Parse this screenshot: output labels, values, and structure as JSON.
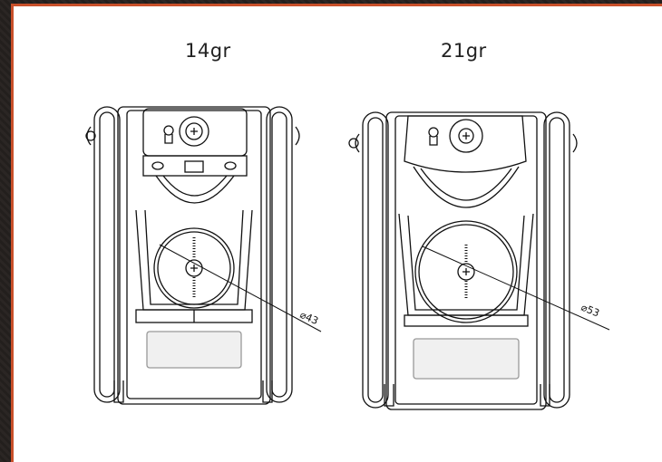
{
  "products": [
    {
      "weight_label": "14gr",
      "diameter_label": "⌀43"
    },
    {
      "weight_label": "21gr",
      "diameter_label": "⌀53"
    }
  ],
  "colors": {
    "border_accent": "#c8502a",
    "background": "#ffffff",
    "line": "#111111"
  }
}
